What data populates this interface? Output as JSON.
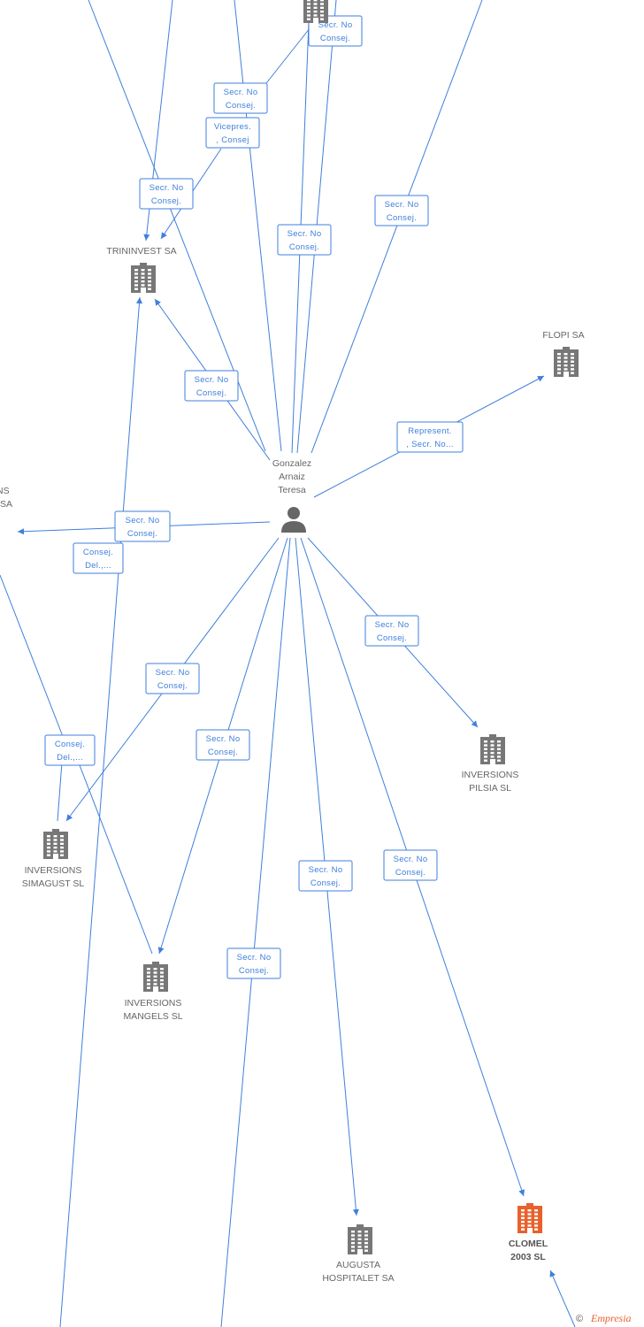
{
  "person": {
    "name": [
      "Gonzalez",
      "Arnaiz",
      "Teresa"
    ],
    "icon": "person-icon"
  },
  "companies": [
    {
      "id": "top",
      "lines": []
    },
    {
      "id": "trininvest",
      "lines": [
        "TRININVEST SA"
      ]
    },
    {
      "id": "flopi",
      "lines": [
        "FLOPI SA"
      ]
    },
    {
      "id": "left_partial",
      "lines": [
        "NS",
        "SA"
      ]
    },
    {
      "id": "pilsia",
      "lines": [
        "INVERSIONS",
        "PILSIA SL"
      ]
    },
    {
      "id": "simagust",
      "lines": [
        "INVERSIONS",
        "SIMAGUST SL"
      ]
    },
    {
      "id": "mangels",
      "lines": [
        "INVERSIONS",
        "MANGELS SL"
      ]
    },
    {
      "id": "augusta",
      "lines": [
        "AUGUSTA",
        "HOSPITALET SA"
      ]
    },
    {
      "id": "clomel",
      "lines": [
        "CLOMEL",
        "2003 SL"
      ],
      "highlight": true
    }
  ],
  "edge_labels": [
    [
      "Secr. No",
      "Consej."
    ],
    [
      "Secr. No",
      "Consej."
    ],
    [
      "Vicepres.",
      ", Consej"
    ],
    [
      "Secr. No",
      "Consej."
    ],
    [
      "Secr. No",
      "Consej."
    ],
    [
      "Secr. No",
      "Consej."
    ],
    [
      "Secr. No",
      "Consej."
    ],
    [
      "Represent.",
      ", Secr. No..."
    ],
    [
      "Secr. No",
      "Consej."
    ],
    [
      "Consej.",
      "Del.,..."
    ],
    [
      "Secr. No",
      "Consej."
    ],
    [
      "Secr. No",
      "Consej."
    ],
    [
      "Consej.",
      "Del.,..."
    ],
    [
      "Secr. No",
      "Consej."
    ],
    [
      "Secr. No",
      "Consej."
    ],
    [
      "Secr. No",
      "Consej."
    ],
    [
      "Secr. No",
      "Consej."
    ]
  ],
  "footer": {
    "copyright": "©",
    "brand": "Empresia"
  },
  "colors": {
    "edge": "#3f7fdc",
    "building": "#777777",
    "highlight": "#e8612c",
    "person": "#666666"
  }
}
